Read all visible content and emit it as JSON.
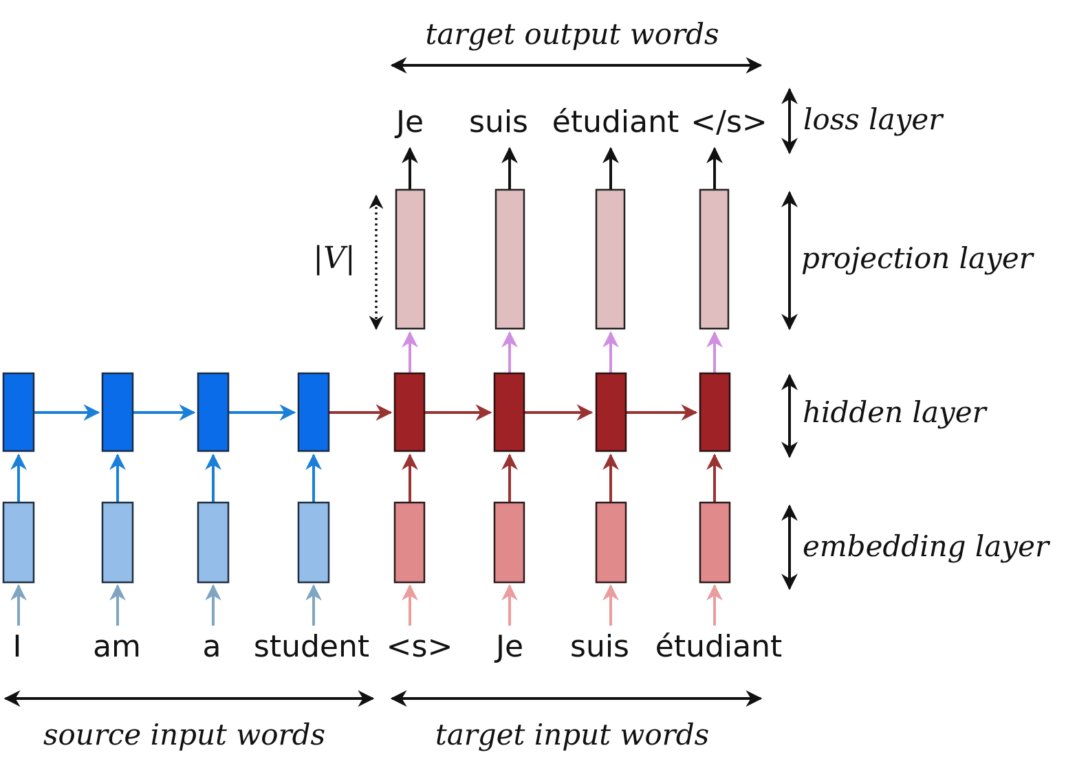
{
  "labels": {
    "target_output_words": "target output words",
    "source_input_words": "source input words",
    "target_input_words": "target input words",
    "vocab_size": "|V|"
  },
  "layers": {
    "loss": "loss layer",
    "projection": "projection layer",
    "hidden": "hidden layer",
    "embedding": "embedding layer"
  },
  "source_words": [
    "I",
    "am",
    "a",
    "student"
  ],
  "target_input_words": [
    "<s>",
    "Je",
    "suis",
    "étudiant"
  ],
  "target_output_words": [
    "Je",
    "suis",
    "étudiant",
    "</s>"
  ],
  "colors": {
    "source_hidden": "#0a6ce8",
    "source_embedding": "#94bee9",
    "source_hidden_arrow": "#1a7fd9",
    "source_embed_arrow": "#7fa5c2",
    "target_hidden": "#9e2226",
    "target_embedding": "#e08a8c",
    "target_projection": "#e0bec0",
    "target_hidden_arrow": "#9a3232",
    "target_embed_arrow": "#eb9c9c",
    "projection_arrow": "#d08ee0",
    "black": "#111111"
  }
}
